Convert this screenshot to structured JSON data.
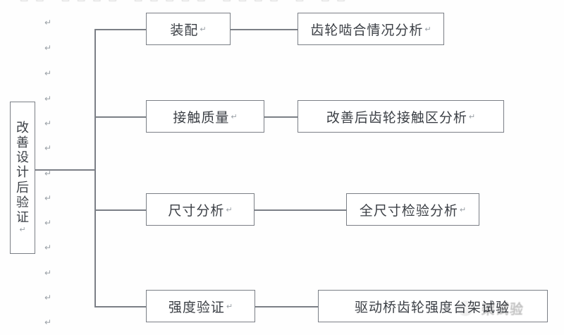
{
  "document": {
    "top_partial_line": "□□  □□□□  □□□□□  □□□□  □  □□",
    "paragraph_mark": "↵"
  },
  "diagram": {
    "type": "tree",
    "root": {
      "id": "root",
      "label": "改善设计后验证",
      "orientation": "vertical",
      "mark": "↵"
    },
    "branches": [
      {
        "id": "branch-assembly",
        "stage_label": "装配",
        "stage_mark": "↵",
        "detail_label": "齿轮啮合情况分析",
        "detail_mark": "↵"
      },
      {
        "id": "branch-contact-quality",
        "stage_label": "接触质量",
        "stage_mark": "↵",
        "detail_label": "改善后齿轮接触区分析",
        "detail_mark": "↵"
      },
      {
        "id": "branch-dimension-analysis",
        "stage_label": "尺寸分析",
        "stage_mark": "↵",
        "detail_label": "全尺寸检验分析",
        "detail_mark": "↵"
      },
      {
        "id": "branch-strength-verification",
        "stage_label": "强度验证",
        "stage_mark": "↵",
        "detail_label": "驱动桥齿轮强度台架试验",
        "detail_mark": ""
      }
    ]
  },
  "watermark": {
    "text": "架试验",
    "badge": "circular-logo"
  },
  "colors": {
    "border": "#7b7f86",
    "text": "#3b3f45",
    "mark": "#9aa0a6",
    "background": "#fefefe"
  }
}
